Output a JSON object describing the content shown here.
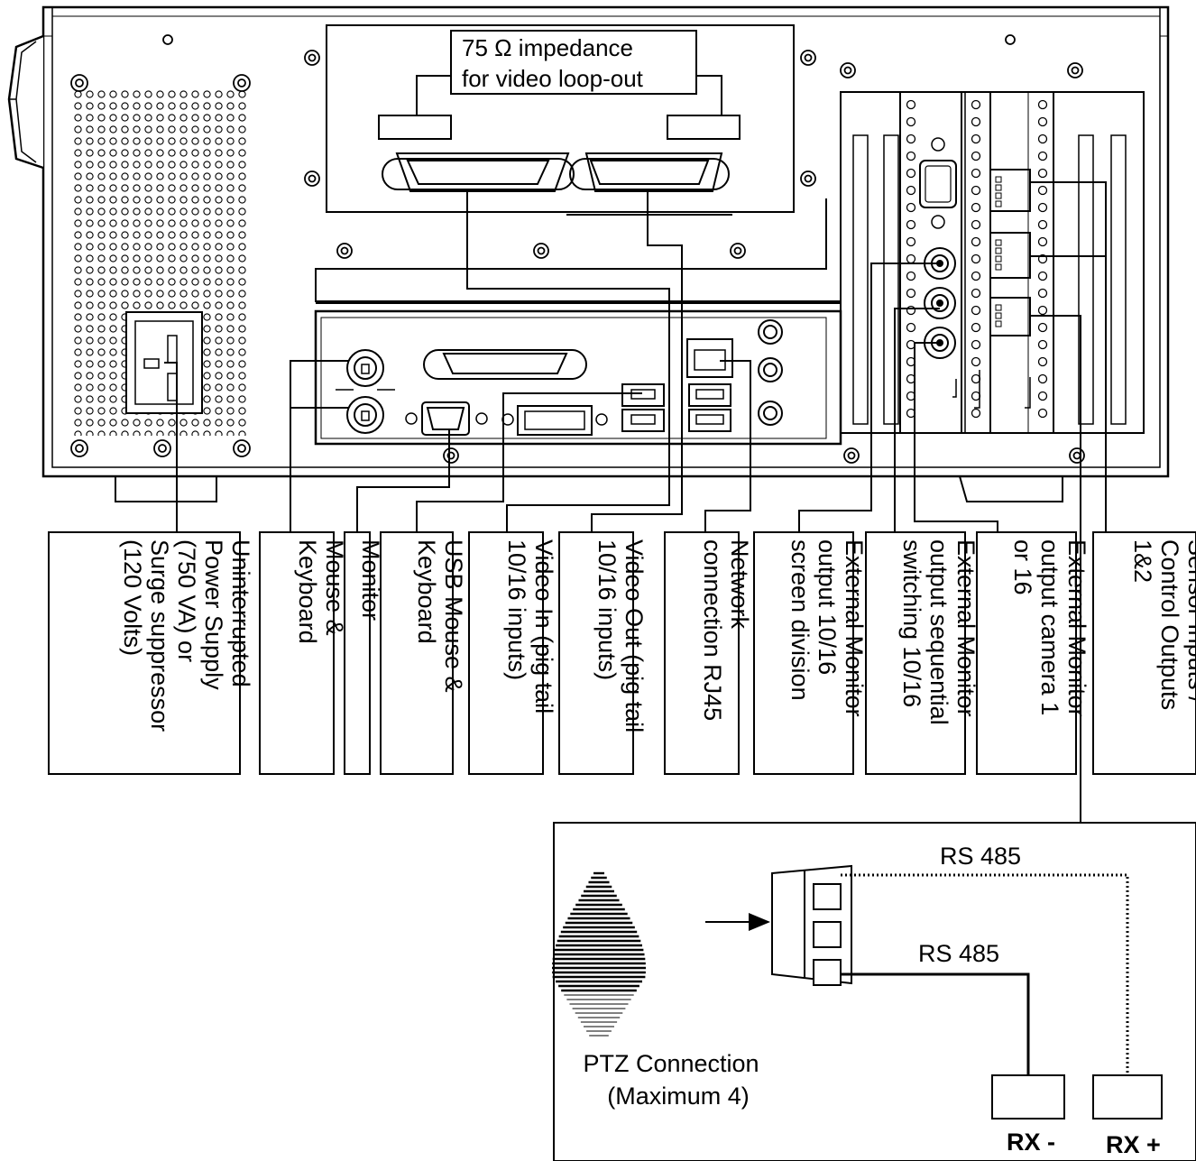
{
  "impedance_note": {
    "line1": "75 Ω impedance",
    "line2": "for video loop-out"
  },
  "port_labels": [
    {
      "id": "ups",
      "lines": [
        "Uninterrupted",
        "Power Supply",
        "(750 VA) or",
        "Surge suppressor",
        "(120 Volts)"
      ]
    },
    {
      "id": "mouse-keyboard",
      "lines": [
        "Mouse &",
        "Keyboard"
      ]
    },
    {
      "id": "monitor",
      "lines": [
        "Monitor"
      ]
    },
    {
      "id": "usb",
      "lines": [
        "USB Mouse &",
        "Keyboard"
      ]
    },
    {
      "id": "video-in",
      "lines": [
        "Video In (pig tail",
        "10/16 inputs)"
      ]
    },
    {
      "id": "video-out",
      "lines": [
        "Video Out (pig tail",
        "10/16 inputs)"
      ]
    },
    {
      "id": "network",
      "lines": [
        "Network",
        "connection RJ45"
      ]
    },
    {
      "id": "ext-monitor-division",
      "lines": [
        "External Monitor",
        "output 10/16",
        "screen division"
      ]
    },
    {
      "id": "ext-monitor-sequential",
      "lines": [
        "External Monitor",
        "output sequential",
        "switching 10/16"
      ]
    },
    {
      "id": "ext-monitor-camera",
      "lines": [
        "External Monitor",
        "output camera 1",
        "or 16"
      ]
    },
    {
      "id": "sensor",
      "lines": [
        "Sensor Inputs /",
        "Control Outputs",
        "1&2"
      ]
    }
  ],
  "ptz": {
    "rs485_top": "RS 485",
    "rs485_bottom": "RS 485",
    "caption_line1": "PTZ Connection",
    "caption_line2": "(Maximum 4)",
    "rx_minus": "RX -",
    "rx_plus": "RX +"
  }
}
